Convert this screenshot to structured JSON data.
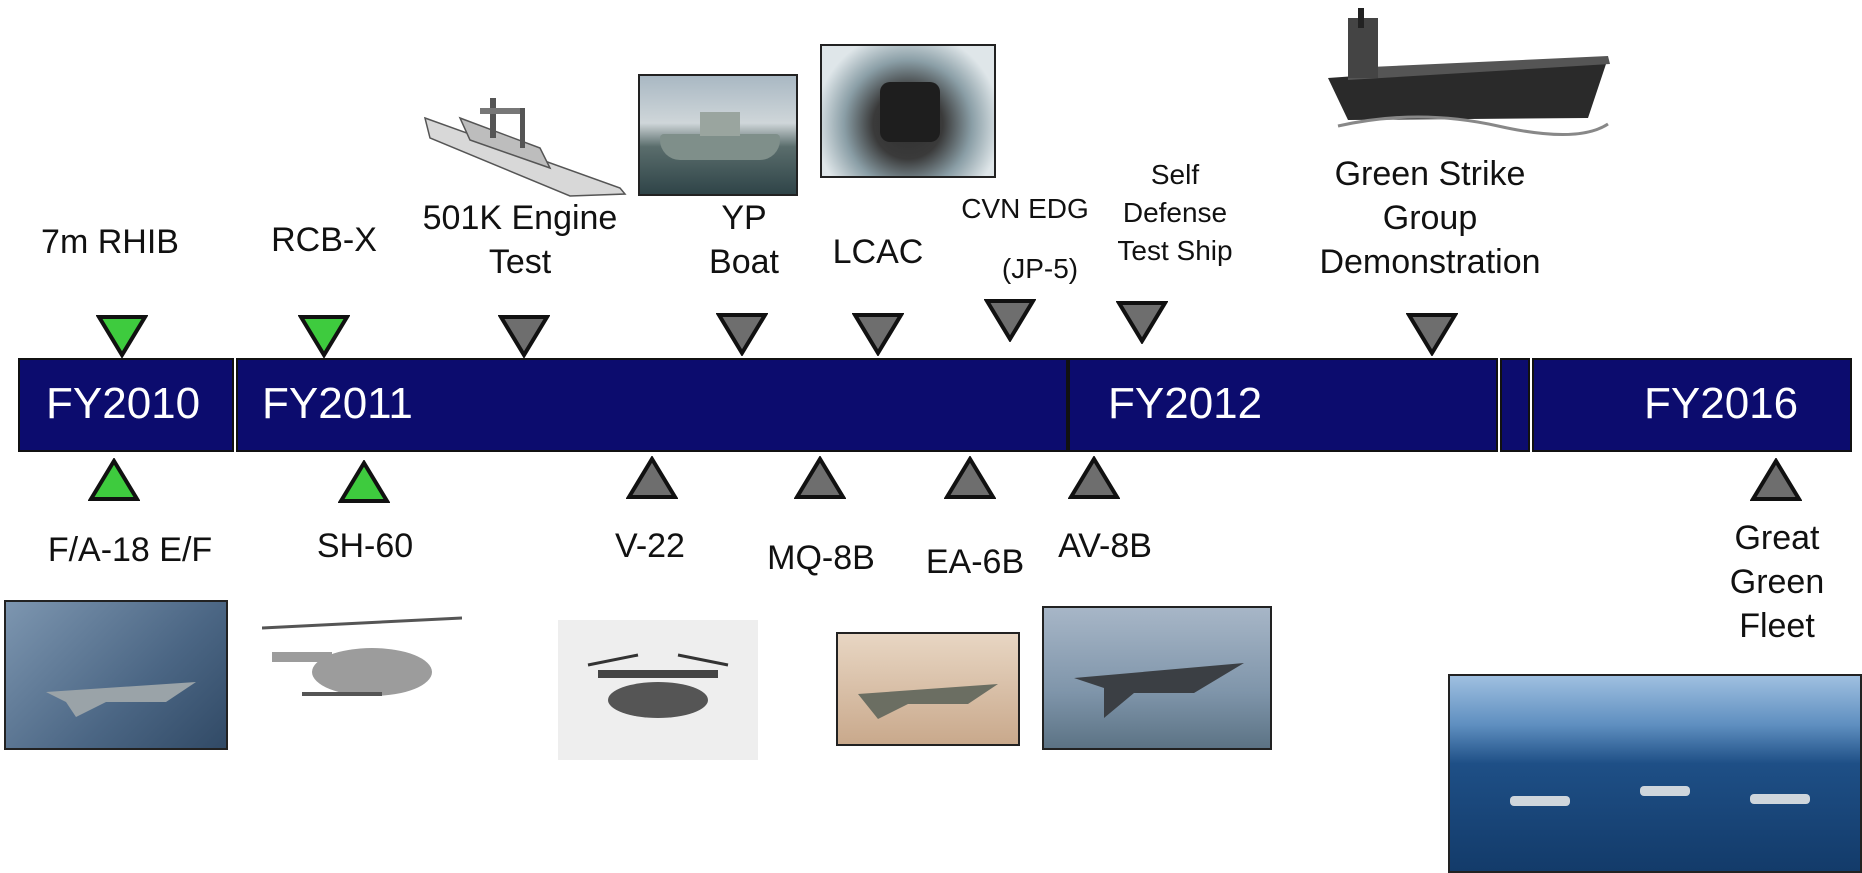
{
  "timeline": {
    "segments": [
      {
        "label": "FY2010"
      },
      {
        "label": "FY2011"
      },
      {
        "label": "FY2012"
      },
      {
        "label": "FY2016"
      }
    ]
  },
  "events_above": [
    {
      "label": "7m RHIB",
      "status": "complete"
    },
    {
      "label": "RCB-X",
      "status": "complete"
    },
    {
      "label": "501K Engine\nTest",
      "status": "planned"
    },
    {
      "label": "YP\nBoat",
      "status": "planned"
    },
    {
      "label": "LCAC",
      "status": "planned"
    },
    {
      "label": "CVN EDG",
      "label2": "(JP-5)",
      "status": "planned"
    },
    {
      "label": "Self\nDefense\nTest Ship",
      "status": "planned"
    },
    {
      "label": "Green Strike\nGroup\nDemonstration",
      "status": "planned"
    }
  ],
  "events_below": [
    {
      "label": "F/A-18 E/F",
      "status": "complete"
    },
    {
      "label": "SH-60",
      "status": "complete"
    },
    {
      "label": "V-22",
      "status": "planned"
    },
    {
      "label": "MQ-8B",
      "status": "planned"
    },
    {
      "label": "EA-6B",
      "status": "planned"
    },
    {
      "label": "AV-8B",
      "status": "planned"
    },
    {
      "label": "Great\nGreen\nFleet",
      "status": "planned"
    }
  ],
  "colors": {
    "bar": "#0c0c6e",
    "complete": "#3ecb3e",
    "planned": "#6e6e6e"
  }
}
